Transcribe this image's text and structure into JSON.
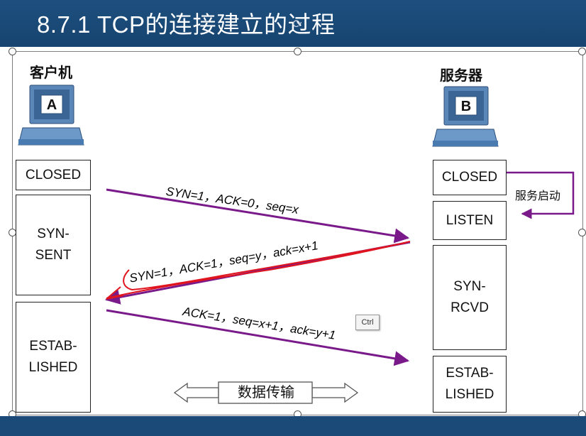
{
  "title": "8.7.1 TCP的连接建立的过程",
  "client": {
    "name": "客户机",
    "letter": "A"
  },
  "server": {
    "name": "服务器",
    "letter": "B"
  },
  "client_states": [
    {
      "lines": [
        "CLOSED"
      ]
    },
    {
      "lines": [
        "SYN-",
        "SENT"
      ]
    },
    {
      "lines": [
        "ESTAB-",
        "LISHED"
      ]
    }
  ],
  "server_states": [
    {
      "lines": [
        "CLOSED"
      ]
    },
    {
      "lines": [
        "LISTEN"
      ]
    },
    {
      "lines": [
        "SYN-",
        "RCVD"
      ]
    },
    {
      "lines": [
        "ESTAB-",
        "LISHED"
      ]
    }
  ],
  "server_start_label": "服务启动",
  "messages": [
    {
      "text": "SYN=1，ACK=0，seq=x"
    },
    {
      "text": "SYN=1，ACK=1，seq=y，ack=x+1"
    },
    {
      "text": "ACK=1，seq=x+1，ack=y+1"
    }
  ],
  "data_transfer_label": "数据传输",
  "ctrl_badge": "Ctrl",
  "colors": {
    "title_bar": "#1d4f7e",
    "arrow": "#7a1a8a",
    "annotation": "#e0141e",
    "computer": "#4a7bb0"
  }
}
